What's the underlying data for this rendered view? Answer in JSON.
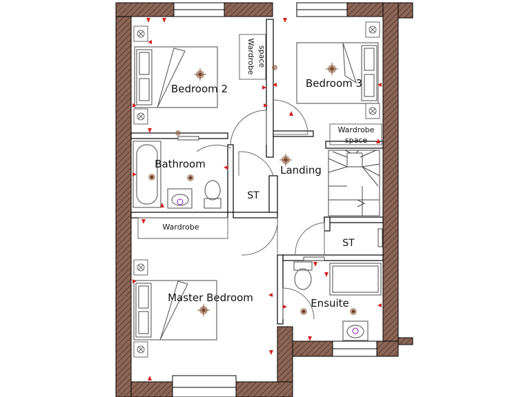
{
  "rooms": {
    "bedroom2": "Bedroom 2",
    "bedroom3": "Bedroom 3",
    "bathroom": "Bathroom",
    "landing": "Landing",
    "st_landing": "ST",
    "st_ensuite": "ST",
    "master": "Master Bedroom",
    "ensuite": "Ensuite"
  },
  "labels": {
    "wardrobe_space_b2_line1": "Wardrobe",
    "wardrobe_space_b2_line2": "space",
    "wardrobe_space_b3_line1": "Wardrobe",
    "wardrobe_space_b3_line2": "space",
    "wardrobe_master": "Wardrobe"
  },
  "colors": {
    "wall": "#8b6656",
    "wall_hatch": "#5a3b30",
    "furniture": "#666666",
    "marker": "#d42020",
    "light_fixture": "#8b5a3a"
  },
  "icons": [
    "radiator-icon",
    "light-fixture-icon",
    "socket-marker-icon",
    "door-swing-icon",
    "bed-icon",
    "bath-icon",
    "toilet-icon",
    "basin-icon",
    "shower-icon",
    "staircase-icon",
    "window-icon"
  ]
}
